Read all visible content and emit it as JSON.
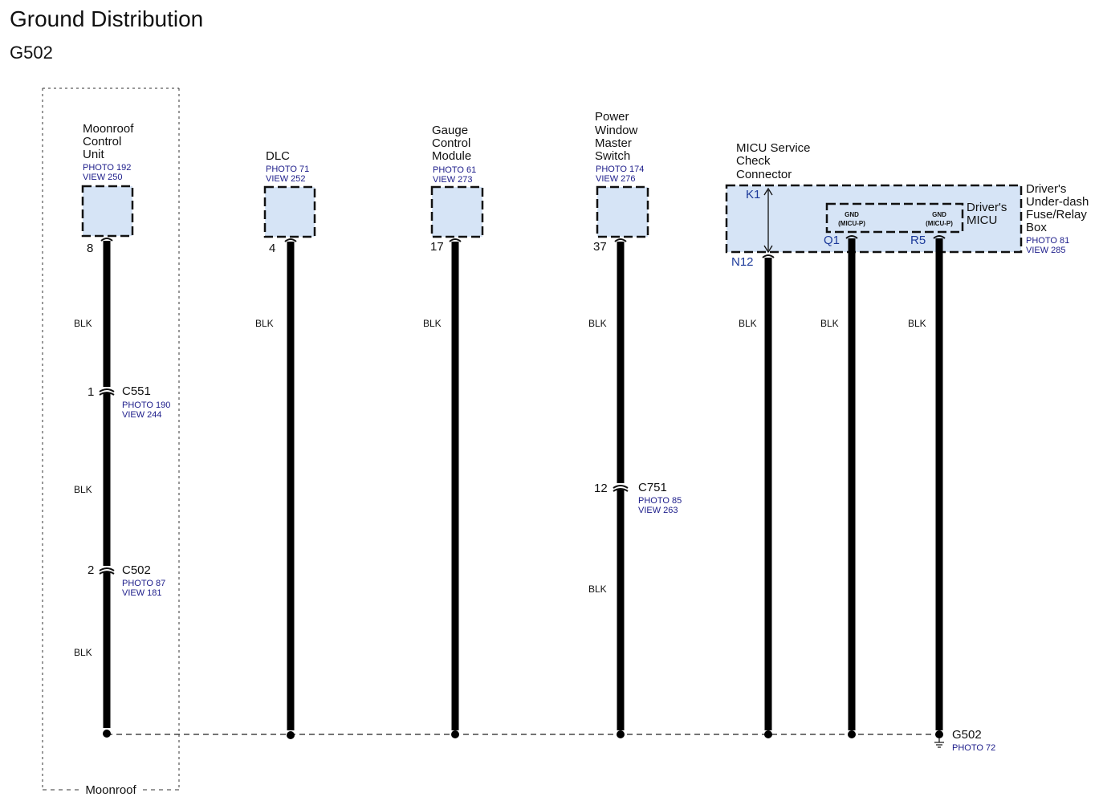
{
  "title": "Ground Distribution",
  "subtitle": "G502",
  "colors": {
    "box_fill": "#d6e4f6",
    "wire": "#000000",
    "ref_text": "#1c1c8a",
    "pin_text_blue": "#1c3a9a"
  },
  "components": [
    {
      "id": "moonroof",
      "name_lines": [
        "Moonroof",
        "Control",
        "Unit"
      ],
      "photo": "PHOTO 192",
      "view": "VIEW 250",
      "pin": "8",
      "wire": "BLK"
    },
    {
      "id": "dlc",
      "name_lines": [
        "DLC"
      ],
      "photo": "PHOTO 71",
      "view": "VIEW 252",
      "pin": "4",
      "wire": "BLK"
    },
    {
      "id": "gauge",
      "name_lines": [
        "Gauge",
        "Control",
        "Module"
      ],
      "photo": "PHOTO 61",
      "view": "VIEW 273",
      "pin": "17",
      "wire": "BLK"
    },
    {
      "id": "power-window",
      "name_lines": [
        "Power",
        "Window",
        "Master",
        "Switch"
      ],
      "photo": "PHOTO 174",
      "view": "VIEW 276",
      "pin": "37",
      "wire": "BLK"
    }
  ],
  "fuse_box": {
    "name_lines": [
      "Driver's",
      "Under-dash",
      "Fuse/Relay",
      "Box"
    ],
    "photo": "PHOTO 81",
    "view": "VIEW 285",
    "micu_service": {
      "name_lines": [
        "MICU Service",
        "Check",
        "Connector"
      ],
      "pin_top": "K1",
      "pin_bottom": "N12",
      "wire": "BLK"
    },
    "micu": {
      "name_lines": [
        "Driver's",
        "MICU"
      ],
      "gnd_label": "GND",
      "gnd_sub": "(MICU-P)"
    },
    "pins": [
      {
        "pin": "Q1",
        "wire": "BLK"
      },
      {
        "pin": "R5",
        "wire": "BLK"
      }
    ]
  },
  "connectors": {
    "c551": {
      "name": "C551",
      "pin": "1",
      "photo": "PHOTO 190",
      "view": "VIEW 244"
    },
    "c502": {
      "name": "C502",
      "pin": "2",
      "photo": "PHOTO 87",
      "view": "VIEW 181"
    },
    "c751": {
      "name": "C751",
      "pin": "12",
      "photo": "PHOTO 85",
      "view": "VIEW 263"
    }
  },
  "moonroof_wire_segments": [
    "BLK",
    "BLK"
  ],
  "power_window_lower_wire": "BLK",
  "ground": {
    "name": "G502",
    "photo": "PHOTO 72"
  },
  "region_label": "Moonroof"
}
